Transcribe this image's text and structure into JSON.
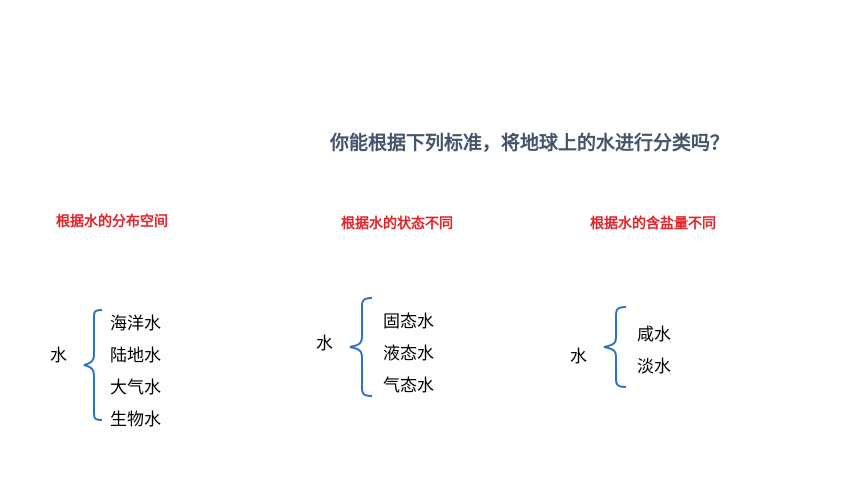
{
  "question": "你能根据下列标准，将地球上的水进行分类吗？",
  "groups": [
    {
      "criterion": "根据水的分布空间",
      "root": "水",
      "items": [
        "海洋水",
        "陆地水",
        "大气水",
        "生物水"
      ]
    },
    {
      "criterion": "根据水的状态不同",
      "root": "水",
      "items": [
        "固态水",
        "液态水",
        "气态水"
      ]
    },
    {
      "criterion": "根据水的含盐量不同",
      "root": "水",
      "items": [
        "咸水",
        "淡水"
      ]
    }
  ],
  "colors": {
    "question": "#44546a",
    "criterion": "#e0242a",
    "brace": "#2a72c4"
  }
}
